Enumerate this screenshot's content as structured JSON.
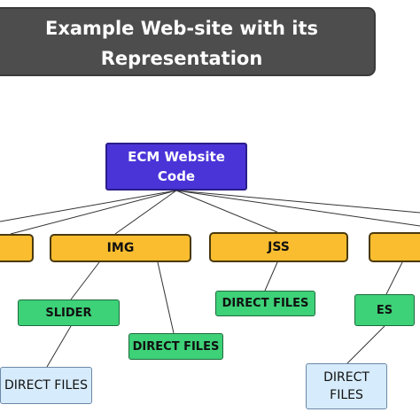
{
  "title": {
    "line1": "Example Web-site with its",
    "line2": "Representation"
  },
  "root": {
    "line1": "ECM Website",
    "line2": "Code"
  },
  "level1": {
    "left_partial": "",
    "img": "IMG",
    "jss": "JSS",
    "right_partial": ""
  },
  "level2": {
    "slider": "SLIDER",
    "img_direct_files": "DIRECT FILES",
    "jss_direct_files": "DIRECT FILES",
    "es": "ES"
  },
  "level3": {
    "slider_direct_files": "DIRECT FILES",
    "es_direct_files_line1": "DIRECT",
    "es_direct_files_line2": "FILES"
  },
  "colors": {
    "banner": "#4d4d4d",
    "root": "#4a34d8",
    "category": "#f9bd2f",
    "subcategory": "#3dd178",
    "leaf": "#d6ebfb"
  }
}
